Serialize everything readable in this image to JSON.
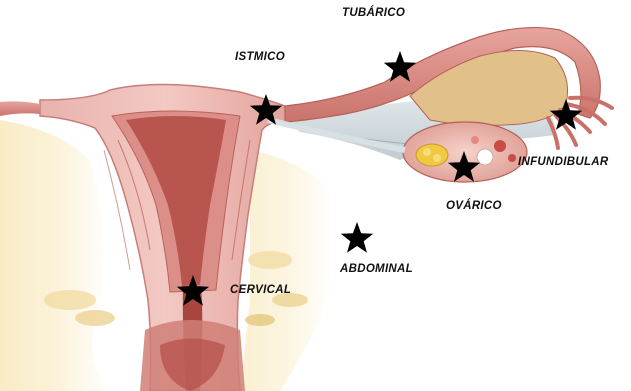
{
  "labels": {
    "tubarico": "TUBÁRICO",
    "istmico": "ISTMICO",
    "infundibular": "INFUNDIBULAR",
    "ovarico": "OVÁRICO",
    "abdominal": "ABDOMINAL",
    "cervical": "CERVICAL"
  },
  "marker_icon": "star-icon",
  "colors": {
    "uterus_wall": "#e8a9a4",
    "uterus_cavity": "#b8554f",
    "tube": "#d88f88",
    "ovary": "#f1c2b8",
    "follicle": "#f0c842",
    "fat_tissue": "#f7e6b8",
    "ligament": "#cdd7dc",
    "marker": "#000000",
    "text": "#111111"
  }
}
